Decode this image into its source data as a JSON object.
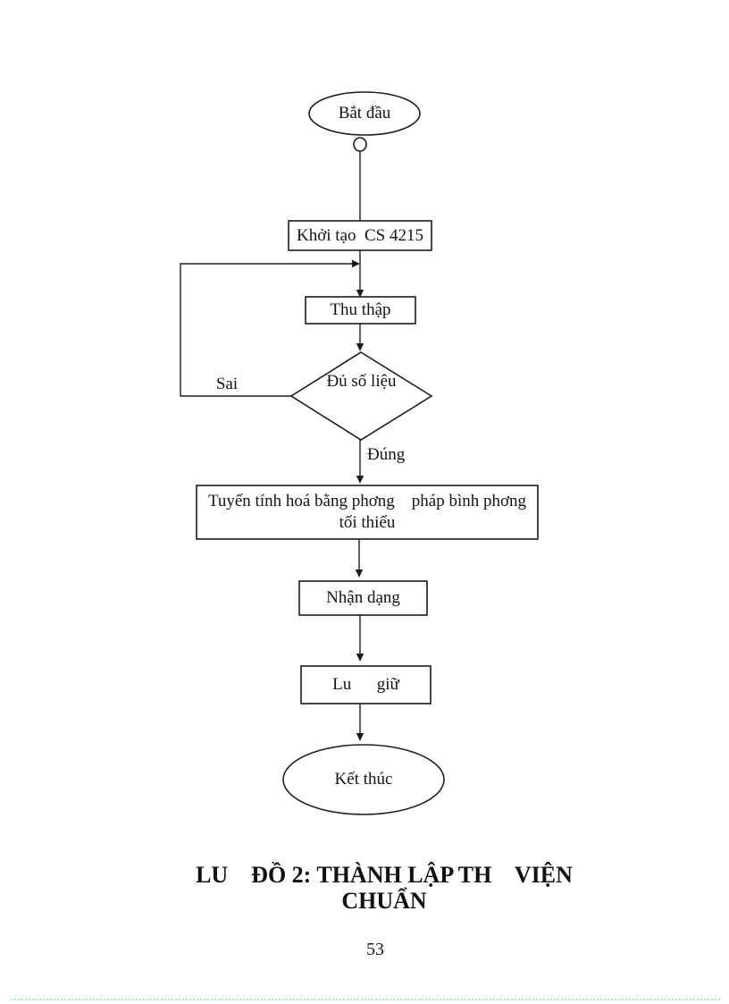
{
  "flowchart": {
    "start": "Bắt đầu",
    "init": "Khởi tạo  CS 4215",
    "collect": "Thu thập",
    "decision": "Đủ số liệu",
    "branch_false": "Sai",
    "branch_true": "Đúng",
    "linearize_line1": "Tuyến tính hoá bằng phơng    pháp bình phơng",
    "linearize_line2": "tối thiểu",
    "identify": "Nhận dạng",
    "store": "Lu      giữ",
    "end": "Kết thúc"
  },
  "caption": {
    "line1": "LU    ĐỒ 2: THÀNH LẬP TH    VIỆN",
    "line2": "CHUẨN"
  },
  "footer": {
    "page_number": "53"
  },
  "colors": {
    "ink": "#1c1c1c",
    "page_marker_green": "#a9eebb"
  }
}
